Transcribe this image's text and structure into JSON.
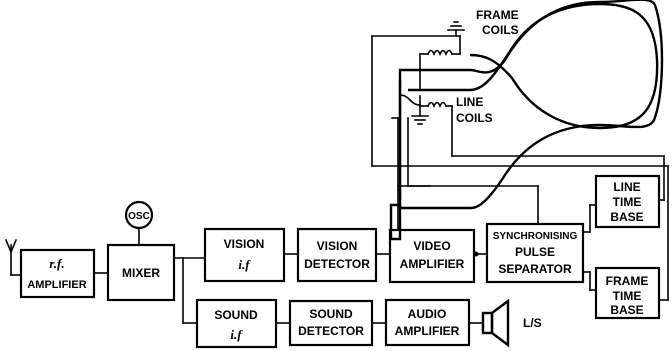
{
  "blocks": {
    "rf_amplifier": [
      "r.f.",
      "AMPLIFIER"
    ],
    "mixer": "MIXER",
    "oscillator": "OSC",
    "vision_if": [
      "VISION",
      "i.f"
    ],
    "vision_detector": [
      "VISION",
      "DETECTOR"
    ],
    "video_amplifier": [
      "VIDEO",
      "AMPLIFIER"
    ],
    "sync_separator": [
      "SYNCHRONISING",
      "PULSE",
      "SEPARATOR"
    ],
    "line_time_base": [
      "LINE",
      "TIME",
      "BASE"
    ],
    "frame_time_base": [
      "FRAME",
      "TIME",
      "BASE"
    ],
    "sound_if": [
      "SOUND",
      "i.f"
    ],
    "sound_detector": [
      "SOUND",
      "DETECTOR"
    ],
    "audio_amplifier": [
      "AUDIO",
      "AMPLIFIER"
    ]
  },
  "labels": {
    "frame_coils": [
      "FRAME",
      "COILS"
    ],
    "line_coils": [
      "LINE",
      "COILS"
    ],
    "loudspeaker": "L/S"
  }
}
